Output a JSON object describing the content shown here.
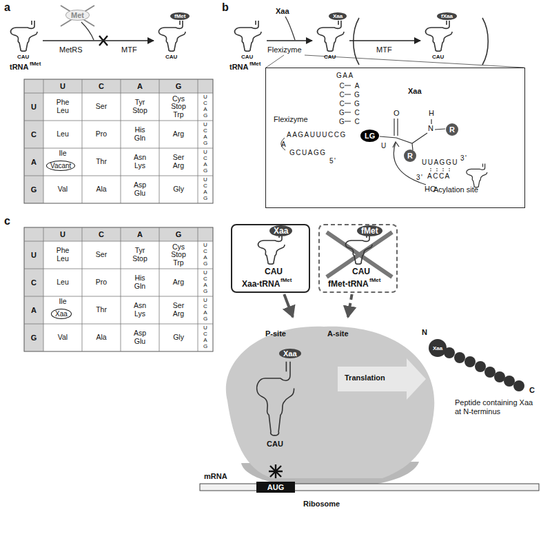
{
  "diagram": {
    "nodes": [
      {
        "text": [
          "CAU"
        ]
      },
      {
        "text": [
          "Met"
        ]
      },
      {
        "text": [
          "CAU"
        ]
      },
      {
        "text": [
          "fMet"
        ],
        "in": 2
      },
      {
        "text": [
          "Vacant"
        ]
      },
      {
        "text": [
          "CAU"
        ]
      },
      {
        "text": [
          "CAU"
        ]
      },
      {
        "text": [
          "Xaa"
        ],
        "in": 6
      },
      {
        "text": [
          "CAU"
        ]
      },
      {
        "text": [
          "fXaa"
        ],
        "in": 8
      },
      {
        "text": [
          "Flexizyme",
          "Acylation site"
        ]
      },
      {
        "text": [
          "LG"
        ],
        "in": 10
      },
      {
        "text": [
          "R"
        ],
        "in": 10
      },
      {
        "text": [
          "R"
        ],
        "in": 10
      },
      {
        "text": [
          "Xaa"
        ]
      },
      {
        "text": [
          "Xaa-tRNA",
          "fMet"
        ]
      },
      {
        "text": [
          "CAU"
        ],
        "in": 15
      },
      {
        "text": [
          "Xaa"
        ],
        "in": 16
      },
      {
        "text": [
          "fMet-tRNA",
          "fMet"
        ]
      },
      {
        "text": [
          "CAU"
        ],
        "in": 18
      },
      {
        "text": [
          "fMet"
        ],
        "in": 19
      },
      {
        "text": [
          "P-site",
          "A-site",
          "Translation",
          "Ribosome"
        ]
      },
      {
        "text": [
          "CAU"
        ],
        "in": 21
      },
      {
        "text": [
          "Xaa"
        ],
        "in": 22
      },
      {
        "text": [
          "AUG"
        ],
        "in": 21
      },
      {
        "text": [
          "Xaa"
        ]
      }
    ],
    "edges": [
      {
        "from": 0,
        "to": 2,
        "arrow": "to"
      },
      {
        "from": 5,
        "to": 6,
        "arrow": "to"
      },
      {
        "from": 6,
        "to": 8,
        "arrow": "to"
      },
      {
        "from": 15,
        "to": 21,
        "arrow": "to"
      },
      {
        "from": 18,
        "to": 21,
        "arrow": "to"
      }
    ],
    "labels": [
      "U",
      "C",
      "A",
      "G",
      "U",
      "Phe Leu",
      "Ser",
      "Tyr Stop",
      "Cys Stop Trp",
      "UCAG",
      "C",
      "Leu",
      "Pro",
      "His Gln",
      "Arg",
      "UCAG",
      "A",
      "Ile",
      "Thr",
      "Asn Lys",
      "Ser Arg",
      "UCAG",
      "G",
      "Val",
      "Ala",
      "Asp Glu",
      "Gly",
      "UCAG",
      "U",
      "C",
      "A",
      "G",
      "U",
      "Phe Leu",
      "Ser",
      "Tyr Stop",
      "Cys Stop Trp",
      "UCAG",
      "C",
      "Leu",
      "Pro",
      "His Gln",
      "Arg",
      "UCAG",
      "A",
      "Ile",
      "Thr",
      "Asn Lys",
      "Ser Arg",
      "UCAG",
      "G",
      "Val",
      "Ala",
      "Asp Glu",
      "Gly",
      "UCAG",
      "a",
      "b",
      "c",
      "tRNA",
      "fMet",
      "MetRS",
      "MTF",
      "tRNA",
      "fMet",
      "Xaa",
      "Flexizyme",
      "MTF",
      "Xaa",
      "GAA",
      "CCCGG",
      "AGGCC",
      "AAGAUUUCCG",
      "A",
      "GCUAGG",
      "5'",
      "U",
      "O",
      "H",
      "N",
      "UUAGGU",
      "3'",
      "ACCA",
      "3'",
      "HO",
      "N",
      "C",
      "Peptide containing Xaa at N-terminus",
      "mRNA"
    ]
  }
}
